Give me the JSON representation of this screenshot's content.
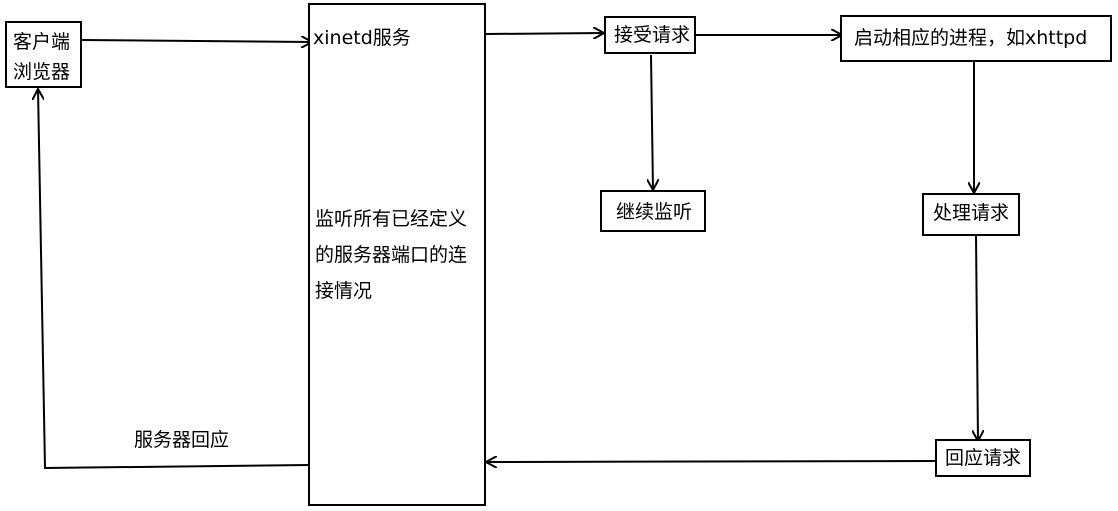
{
  "diagram": {
    "client": "客户端\n浏览器",
    "xinetd_title": "xinetd服务",
    "xinetd_desc": "监听所有已经定义的服务器端口的连接情况",
    "accept": "接受请求",
    "continue_listen": "继续监听",
    "start_process": "启动相应的进程，如xhttpd",
    "handle": "处理请求",
    "respond": "回应请求",
    "server_reply": "服务器回应"
  }
}
